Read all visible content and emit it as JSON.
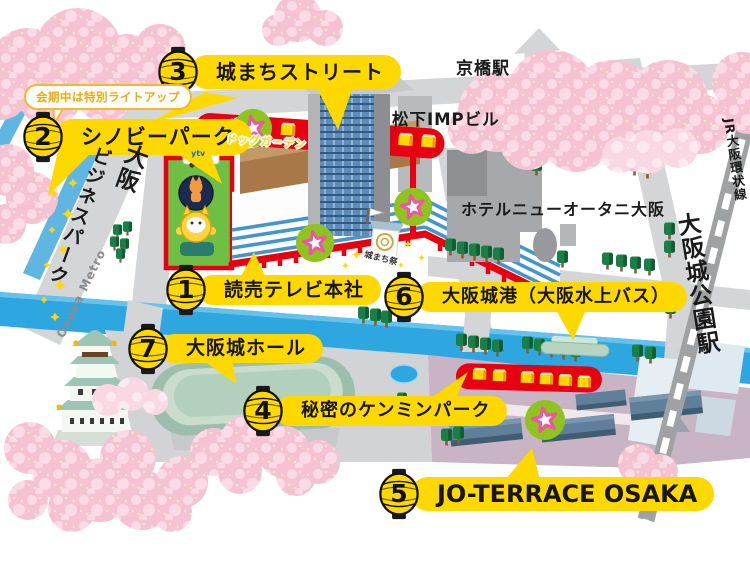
{
  "pois": [
    {
      "num": "1",
      "label": "読売テレビ本社"
    },
    {
      "num": "2",
      "label": "シノビーパーク"
    },
    {
      "num": "3",
      "label": "城まちストリート"
    },
    {
      "num": "4",
      "label": "秘密のケンミンパーク"
    },
    {
      "num": "5",
      "label": "JO-TERRACE OSAKA"
    },
    {
      "num": "6",
      "label": "大阪城港（大阪水上バス）"
    },
    {
      "num": "7",
      "label": "大阪城ホール"
    }
  ],
  "callout": {
    "text": "会期中は特別ライトアップ"
  },
  "stations": {
    "kyobashi": "京橋駅",
    "jr_loop_line": "JR大阪環状線",
    "osakajo_koen": "大阪城公園駅"
  },
  "places": {
    "imp_building": "松下IMPビル",
    "hotel": "ホテルニューオータニ大阪",
    "obp_right": "大阪",
    "obp_left": "ビジネスパーク",
    "metro": "Osaka Metro",
    "dog_garden": "ドッグガーデン",
    "machi_festival": "城まち祭",
    "ytv": "ytv"
  },
  "colors": {
    "accent_yellow": "#ffd800",
    "accent_red": "#e60012",
    "river_blue": "#2ea7e0",
    "park_green": "#6fbf44",
    "marker_green": "#8fc31f",
    "marker_pink": "#f0569f",
    "sakura_pink": "#f5c2d4"
  }
}
